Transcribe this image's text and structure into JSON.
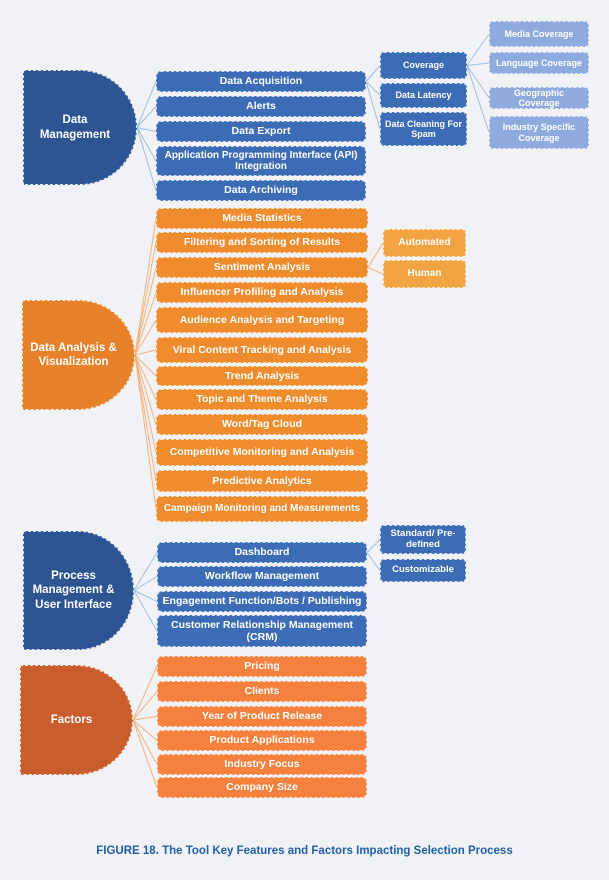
{
  "caption": "FIGURE 18. The Tool Key Features and Factors Impacting Selection Process",
  "theme_colors": {
    "background": "#f1f2f5",
    "deep_blue": "#2d5493",
    "blue": "#3c6cb6",
    "light_blue": "#8faadc",
    "orange_deep": "#e7812a",
    "orange": "#ee8c2e",
    "orange_light": "#f2a342",
    "rust": "#c95d2b",
    "salmon": "#f5813f",
    "blue_connector": "#9fbede",
    "orange_connector": "#f4b17d",
    "caption_text": "#1f5fa9"
  },
  "sections": {
    "data_management": {
      "shape_label": "Data Management",
      "items": {
        "data_acquisition": "Data Acquisition",
        "alerts": "Alerts",
        "data_export": "Data Export",
        "api_integration": "Application Programming Interface (API) Integration",
        "data_archiving": "Data Archiving"
      },
      "acquisition_children": {
        "coverage": "Coverage",
        "data_latency": "Data Latency",
        "data_cleaning": "Data Cleaning For Spam"
      },
      "coverage_children": {
        "media": "Media Coverage",
        "language": "Language Coverage",
        "geographic": "Geographic Coverage",
        "industry": "Industry Specific Coverage"
      }
    },
    "data_analysis": {
      "shape_label": "Data Analysis & Visualization",
      "items": {
        "media_statistics": "Media Statistics",
        "filtering": "Filtering and Sorting of Results",
        "sentiment": "Sentiment Analysis",
        "influencer": "Influencer Profiling and Analysis",
        "audience": "Audience Analysis and Targeting",
        "viral": "Viral Content Tracking and Analysis",
        "trend": "Trend Analysis",
        "topic": "Topic and Theme Analysis",
        "word_tag": "Word/Tag Cloud",
        "competitive": "Competitive Monitoring and Analysis",
        "predictive": "Predictive Analytics",
        "campaign": "Campaign Monitoring and Measurements"
      },
      "sentiment_children": {
        "automated": "Automated",
        "human": "Human"
      }
    },
    "process_management": {
      "shape_label": "Process Management & User Interface",
      "items": {
        "dashboard": "Dashboard",
        "workflow": "Workflow Management",
        "engagement": "Engagement Function/Bots / Publishing",
        "crm": "Customer Relationship Management (CRM)"
      },
      "dashboard_children": {
        "standard": "Standard/ Pre-defined",
        "customizable": "Customizable"
      }
    },
    "factors": {
      "shape_label": "Factors",
      "items": {
        "pricing": "Pricing",
        "clients": "Clients",
        "year": "Year of Product Release",
        "applications": "Product Applications",
        "industry_focus": "Industry Focus",
        "company_size": "Company Size"
      }
    }
  }
}
